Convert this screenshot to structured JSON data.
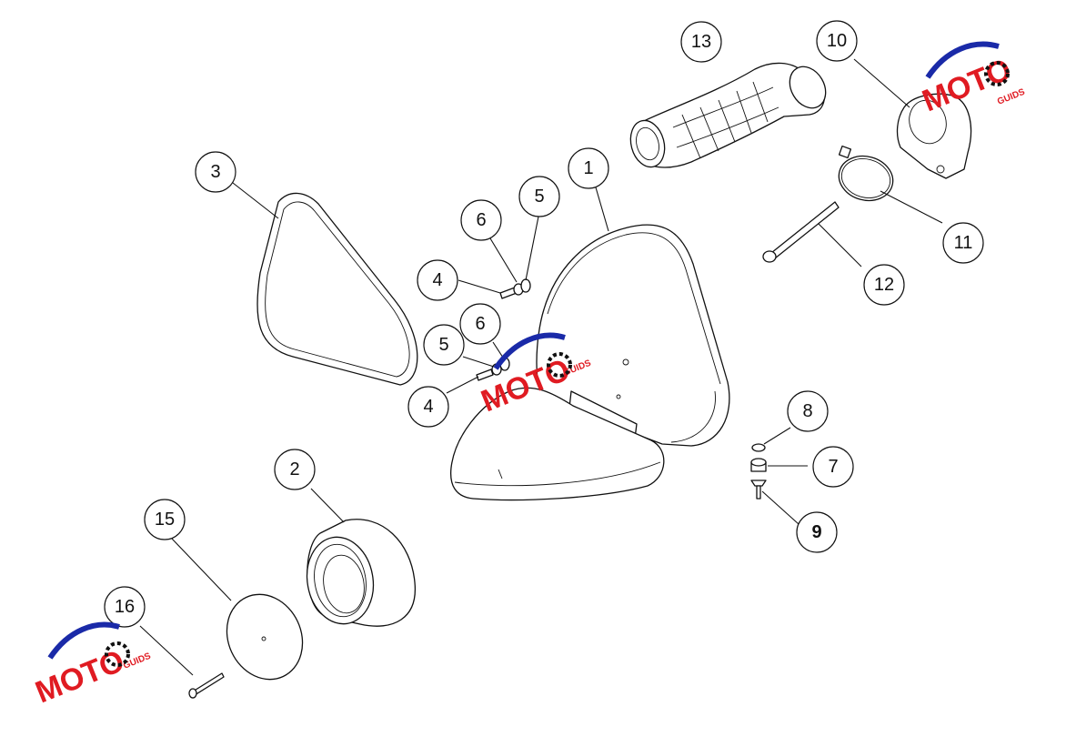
{
  "diagram": {
    "callouts": [
      {
        "id": "c1",
        "label": "1"
      },
      {
        "id": "c2",
        "label": "2"
      },
      {
        "id": "c3",
        "label": "3"
      },
      {
        "id": "c4a",
        "label": "4"
      },
      {
        "id": "c4b",
        "label": "4"
      },
      {
        "id": "c5a",
        "label": "5"
      },
      {
        "id": "c5b",
        "label": "5"
      },
      {
        "id": "c6a",
        "label": "6"
      },
      {
        "id": "c6b",
        "label": "6"
      },
      {
        "id": "c7",
        "label": "7"
      },
      {
        "id": "c8",
        "label": "8"
      },
      {
        "id": "c9",
        "label": "9"
      },
      {
        "id": "c10",
        "label": "10"
      },
      {
        "id": "c11",
        "label": "11"
      },
      {
        "id": "c12",
        "label": "12"
      },
      {
        "id": "c13",
        "label": "13"
      },
      {
        "id": "c15",
        "label": "15"
      },
      {
        "id": "c16",
        "label": "16"
      }
    ],
    "watermark": {
      "main_text": "MOTO",
      "sub_text": "GUIDS",
      "colors": {
        "red": "#e01b22",
        "blue": "#1a2aa8",
        "black": "#111111"
      }
    }
  }
}
